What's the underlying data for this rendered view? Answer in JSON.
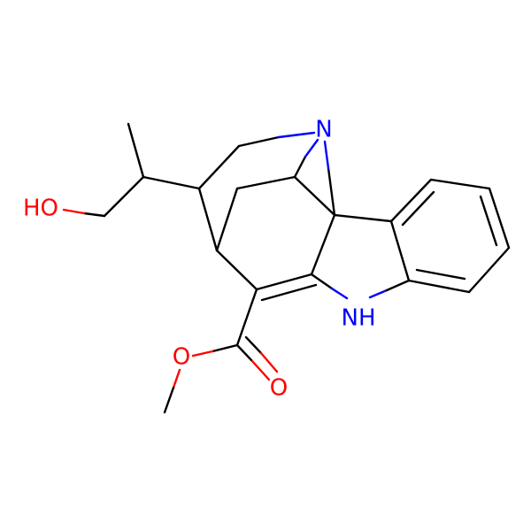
{
  "atoms": {
    "bridge_n": {
      "text": "N",
      "color": "#0000ff"
    },
    "indole_nh": {
      "text": "NH",
      "color": "#0000ff"
    },
    "hydroxyl": {
      "text": "HO",
      "color": "#ff0000"
    },
    "ester_o": {
      "text": "O",
      "color": "#ff0000"
    },
    "carbonyl_o": {
      "text": "O",
      "color": "#ff0000"
    }
  },
  "colors": {
    "carbon_bond": "#000000",
    "nitrogen": "#0000ff",
    "oxygen": "#ff0000",
    "background": "#ffffff"
  }
}
